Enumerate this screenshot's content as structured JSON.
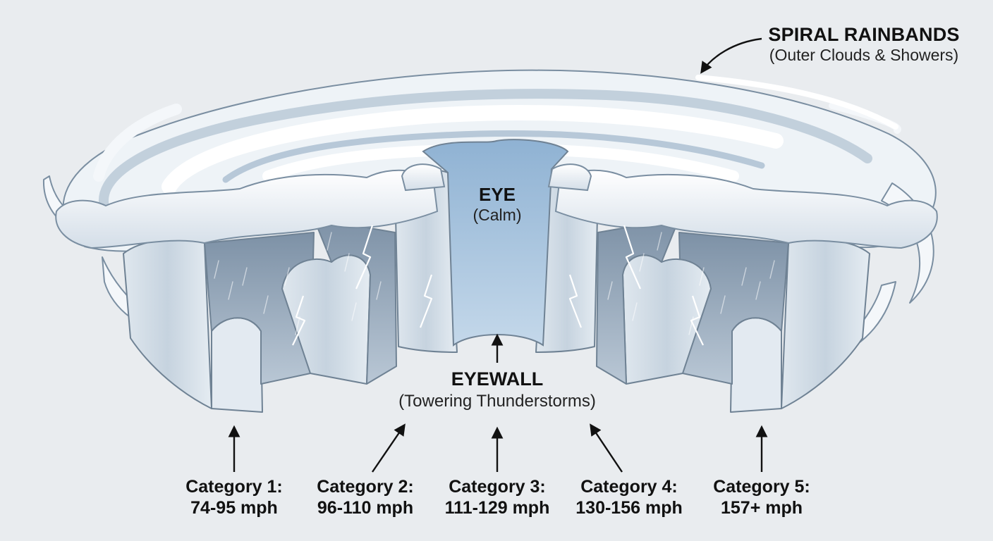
{
  "labels": {
    "spiral_rainbands": {
      "title": "SPIRAL RAINBANDS",
      "subtitle": "(Outer Clouds & Showers)"
    },
    "eye": {
      "title": "EYE",
      "subtitle": "(Calm)"
    },
    "eyewall": {
      "title": "EYEWALL",
      "subtitle": "(Towering Thunderstorms)"
    }
  },
  "categories": [
    {
      "name": "Category 1:",
      "range": "74-95 mph"
    },
    {
      "name": "Category 2:",
      "range": "96-110 mph"
    },
    {
      "name": "Category 3:",
      "range": "111-129 mph"
    },
    {
      "name": "Category 4:",
      "range": "130-156 mph"
    },
    {
      "name": "Category 5:",
      "range": "157+ mph"
    }
  ],
  "colors": {
    "background": "#e9ecef",
    "cloud_white": "#f7f9fb",
    "cloud_shadow": "#b9c8d7",
    "cloud_outline": "#6f8294",
    "eye_blue": "#a9c6e0",
    "rain_gray": "#8a9bad",
    "arrow": "#111111"
  }
}
